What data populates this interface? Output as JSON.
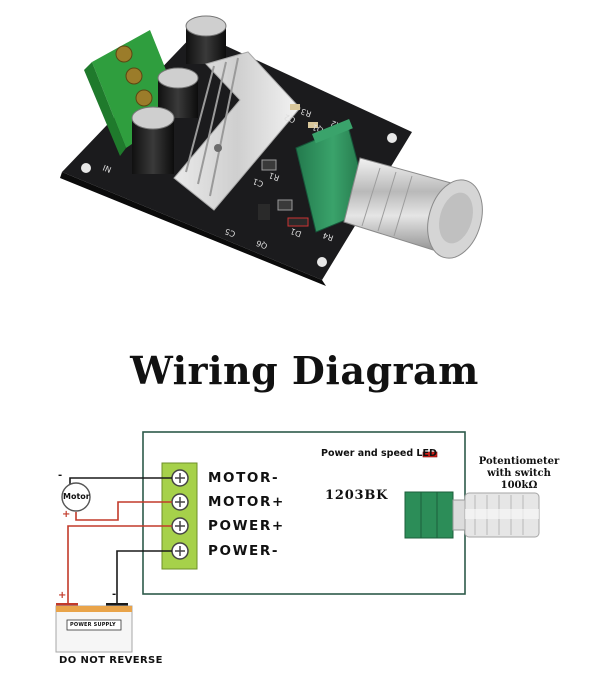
{
  "title": "Wiring Diagram",
  "board": {
    "model": "1203BK",
    "led_label": "Power and speed LED",
    "terminals": [
      "MOTOR-",
      "MOTOR+",
      "POWER+",
      "POWER-"
    ],
    "input_silk": "IN",
    "silk_codes": [
      "R3",
      "R2",
      "Q1",
      "Q2",
      "C1",
      "R1",
      "C5",
      "Q6",
      "R4",
      "D1"
    ]
  },
  "potentiometer": {
    "line1": "Potentiometer",
    "line2": "with switch",
    "line3": "100kΩ"
  },
  "motor": {
    "label": "Motor",
    "minus": "-",
    "plus": "+"
  },
  "power_supply": {
    "label": "POWER SUPPLY",
    "plus": "+",
    "minus": "-"
  },
  "warning": "DO NOT REVERSE",
  "colors": {
    "pcb": "#1b1b1d",
    "terminal_green": "#2f9e3e",
    "terminal_board_green": "#a6d14a",
    "pot_green": "#2c8d58",
    "wire_red": "#c23a2a",
    "wire_black": "#1a1a1a",
    "led_red": "#d6201a",
    "frame": "#2d5a4a"
  }
}
